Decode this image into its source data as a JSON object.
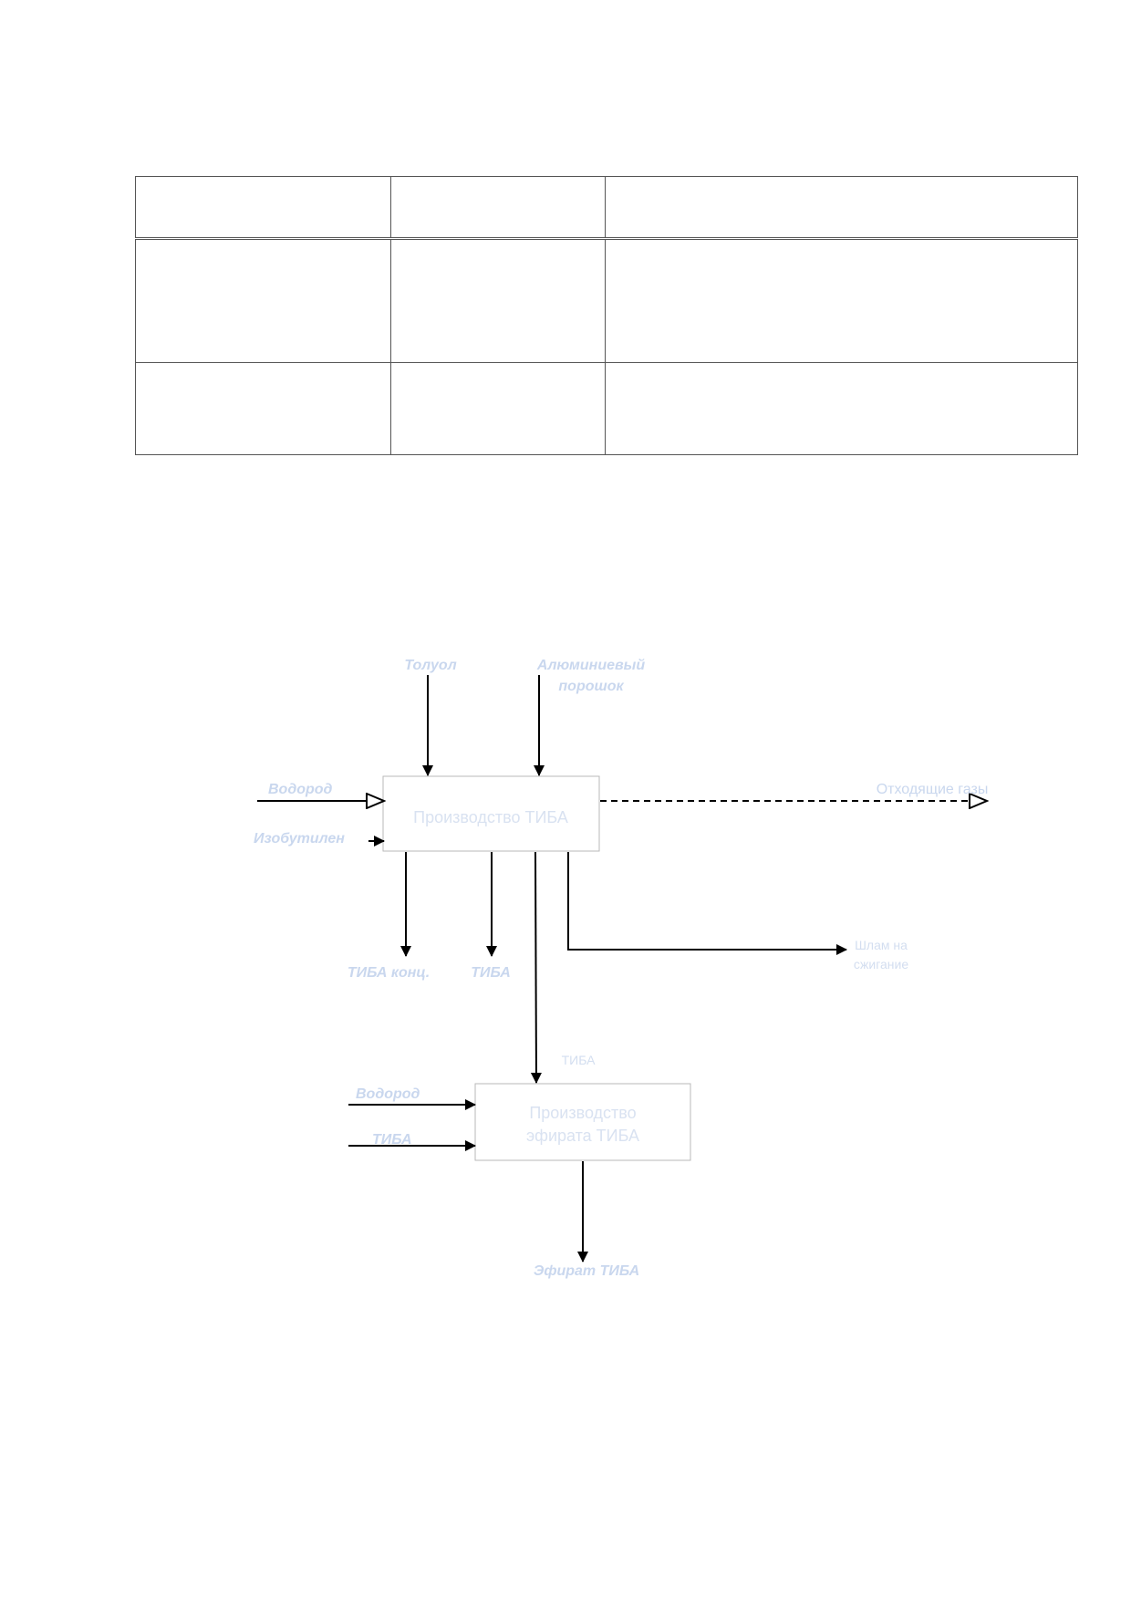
{
  "diagram": {
    "box1": {
      "label": "Производство ТИБА"
    },
    "box2": {
      "label_line1": "Производство",
      "label_line2": "эфирата ТИБА"
    },
    "inputs_top": {
      "toluene": "Толуол",
      "aluminum_line1": "Алюминиевый",
      "aluminum_line2": "порошок"
    },
    "inputs_left_box1": {
      "hydrogen": "Водород",
      "isobutylene": "Изобутилен"
    },
    "outputs_box1": {
      "right_dashed": "Отходящие газы",
      "tiba_conc": "ТИБА конц.",
      "tiba": "ТИБА",
      "sludge_line1": "Шлам на",
      "sludge_line2": "сжигание"
    },
    "connector_label": "ТИБА",
    "inputs_left_box2": {
      "hydrogen": "Водород",
      "tiba": "ТИБА"
    },
    "output_box2": "Эфират ТИБА"
  }
}
